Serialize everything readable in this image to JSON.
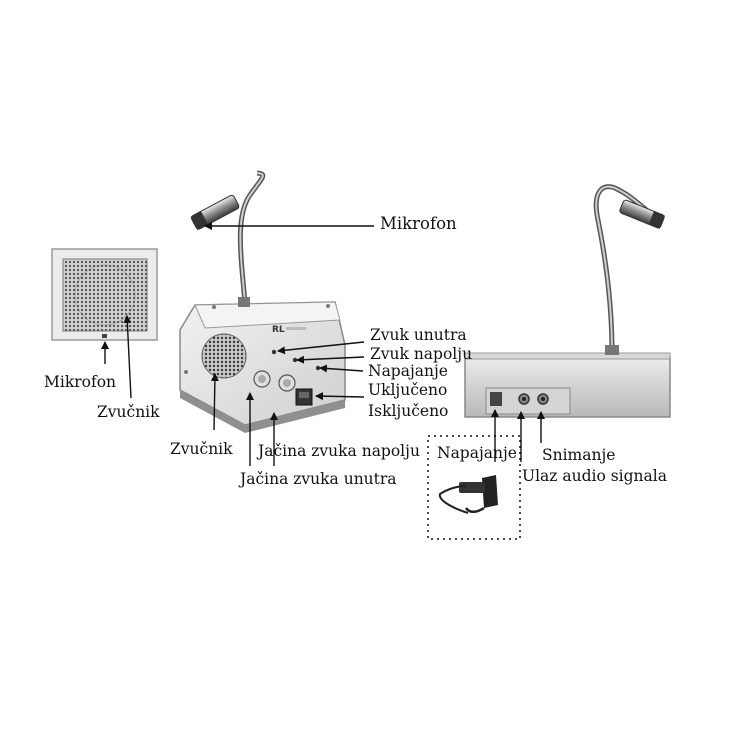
{
  "labels": {
    "mikrofon_top": "Mikrofon",
    "mikrofon_left": "Mikrofon",
    "zvucnik_left": "Zvučnik",
    "zvucnik_console": "Zvučnik",
    "zvuk_unutra": "Zvuk unutra",
    "zvuk_napolju": "Zvuk napolju",
    "napajanje_led": "Napajanje",
    "ukljuceno": "Uključeno",
    "iskljuceno": "Isključeno",
    "jacina_napolju": "Jačina zvuka napolju",
    "jacina_unutra": "Jačina zvuka unutra",
    "napajanje_rear": "Napajanje",
    "snimanje": "Snimanje",
    "ulaz_audio": "Ulaz audio signala"
  },
  "colors": {
    "ink": "#111111",
    "panel": "#e6e6e6",
    "panel_dark": "#9a9a9a",
    "grille": "#5a5a5a"
  }
}
